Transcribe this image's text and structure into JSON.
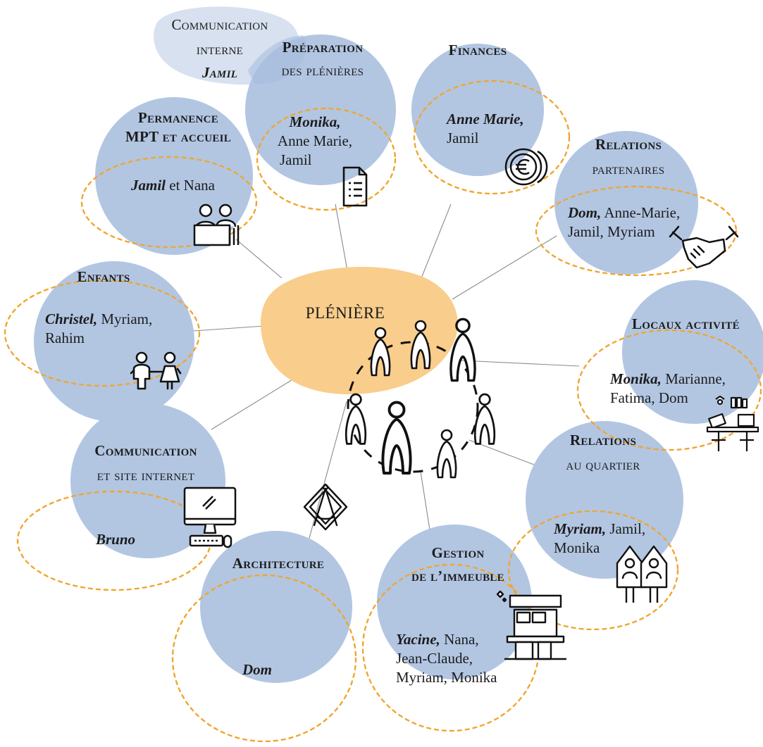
{
  "center": {
    "label": "PLÉNIÈRE"
  },
  "colors": {
    "circle": "#b2c6e2",
    "circle_light": "#d7e1ef",
    "center": "#f9cd8b",
    "dashed": "#f0a630",
    "line": "#8a8a8a",
    "icon": "#111111"
  },
  "groups": [
    {
      "id": "communication-interne",
      "title": [
        "Communication",
        "interne"
      ],
      "lead": "Jamil",
      "others": ""
    },
    {
      "id": "preparation-plenieres",
      "title": [
        "Préparation",
        "des plénières"
      ],
      "lead": "Monika,",
      "others": [
        "Anne Marie,",
        "Jamil"
      ]
    },
    {
      "id": "finances",
      "title": [
        "Finances"
      ],
      "lead": "Anne Marie,",
      "others": [
        "Jamil"
      ]
    },
    {
      "id": "relations-partenaires",
      "title": [
        "Relations",
        "partenaires"
      ],
      "lead": "Dom,",
      "others": [
        "Anne-Marie,",
        "Jamil, Myriam"
      ]
    },
    {
      "id": "permanence",
      "title": [
        "Permanence",
        "MPT et accueil"
      ],
      "lead": "Jamil",
      "others": [
        "et Nana"
      ]
    },
    {
      "id": "enfants",
      "title": [
        "Enfants"
      ],
      "lead": "Christel,",
      "others": [
        "Myriam,",
        "Rahim"
      ]
    },
    {
      "id": "locaux-activite",
      "title": [
        "Locaux activité"
      ],
      "lead": "Monika,",
      "others": [
        "Marianne,",
        "Fatima, Dom"
      ]
    },
    {
      "id": "communication-site",
      "title": [
        "Communication",
        "et site internet"
      ],
      "lead": "Bruno",
      "others": ""
    },
    {
      "id": "relations-quartier",
      "title": [
        "Relations",
        "au quartier"
      ],
      "lead": "Myriam,",
      "others": [
        "Jamil,",
        "Monika"
      ]
    },
    {
      "id": "architecture",
      "title": [
        "Architecture"
      ],
      "lead": "Dom",
      "others": ""
    },
    {
      "id": "gestion-immeuble",
      "title": [
        "Gestion",
        "de l’immeuble"
      ],
      "lead": "Yacine,",
      "others": [
        "Nana,",
        "Jean-Claude,",
        "Myriam, Monika"
      ]
    }
  ]
}
